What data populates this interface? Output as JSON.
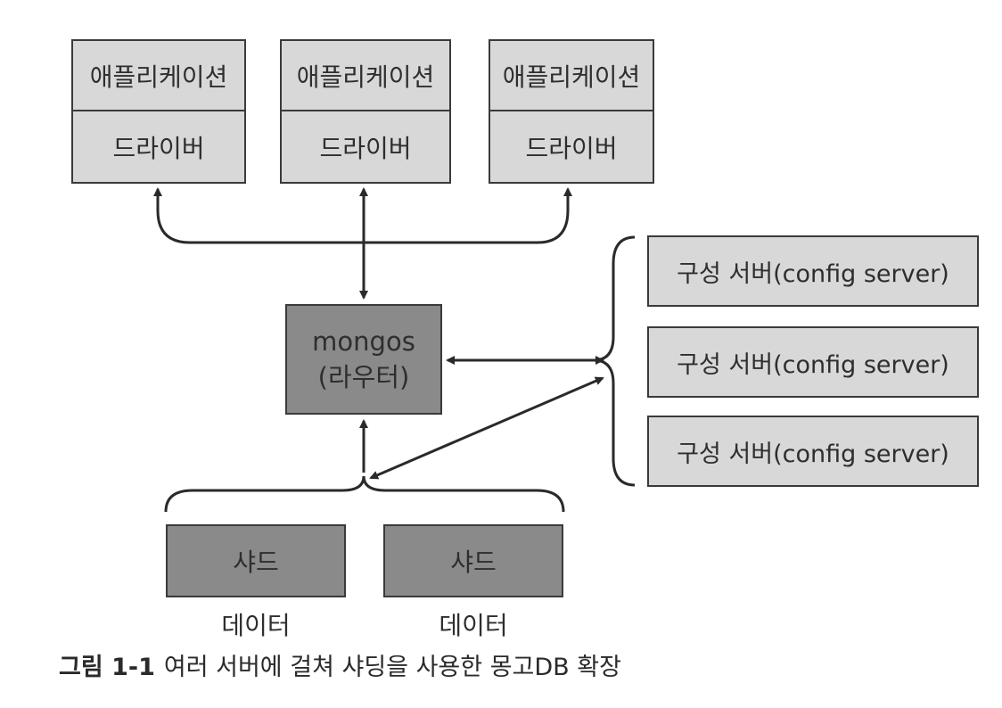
{
  "applications": [
    {
      "app_label": "애플리케이션",
      "driver_label": "드라이버"
    },
    {
      "app_label": "애플리케이션",
      "driver_label": "드라이버"
    },
    {
      "app_label": "애플리케이션",
      "driver_label": "드라이버"
    }
  ],
  "router": {
    "line1": "mongos",
    "line2": "(라우터)"
  },
  "config_servers": [
    "구성 서버(config server)",
    "구성 서버(config server)",
    "구성 서버(config server)"
  ],
  "shards": [
    {
      "label": "샤드",
      "caption": "데이터"
    },
    {
      "label": "샤드",
      "caption": "데이터"
    }
  ],
  "caption": {
    "number": "그림 1-1",
    "text": "여러 서버에 걸쳐 샤딩을 사용한 몽고DB 확장"
  }
}
